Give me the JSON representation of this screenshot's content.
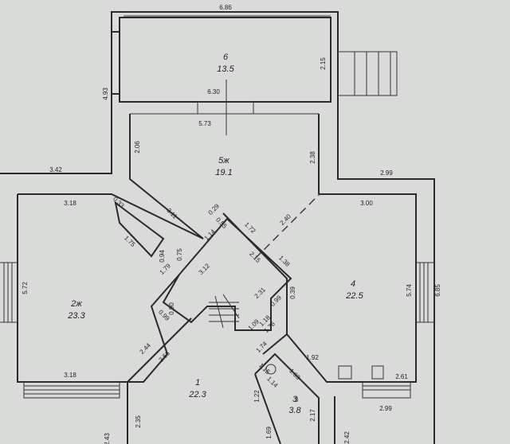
{
  "plan": {
    "rooms": [
      {
        "id": "room-1",
        "number": "1",
        "area": "22.3"
      },
      {
        "id": "room-2",
        "number": "2ж",
        "area": "23.3"
      },
      {
        "id": "room-3",
        "number": "3",
        "area": "3.8"
      },
      {
        "id": "room-4",
        "number": "4",
        "area": "22.5"
      },
      {
        "id": "room-5",
        "number": "5ж",
        "area": "19.1"
      },
      {
        "id": "room-6",
        "number": "6",
        "area": "13.5"
      }
    ],
    "dimensions": [
      "6.86",
      "4.93",
      "2.15",
      "6.30",
      "5.73",
      "2.06",
      "2.38",
      "3.42",
      "2.99",
      "3.18",
      "0.33",
      "1.75",
      "3.11",
      "0.29",
      "0.55",
      "1.14",
      "1.72",
      "2.40",
      "3.00",
      "0.94",
      "0.75",
      "2.15",
      "1.38",
      "1.79",
      "3.12",
      "0.39",
      "5.72",
      "5.74",
      "6.85",
      "0.90",
      "2.31",
      "0.99",
      "0.99",
      "1.09",
      "1.18",
      "1.78",
      "2.44",
      "2.56",
      "1.74",
      "1.92",
      "1.15",
      "1.63",
      "1.14",
      "2.61",
      "3.18",
      "1.22",
      "2.99",
      "2.35",
      "3",
      "2.17",
      "2.43",
      "1.69",
      "2.42"
    ]
  }
}
